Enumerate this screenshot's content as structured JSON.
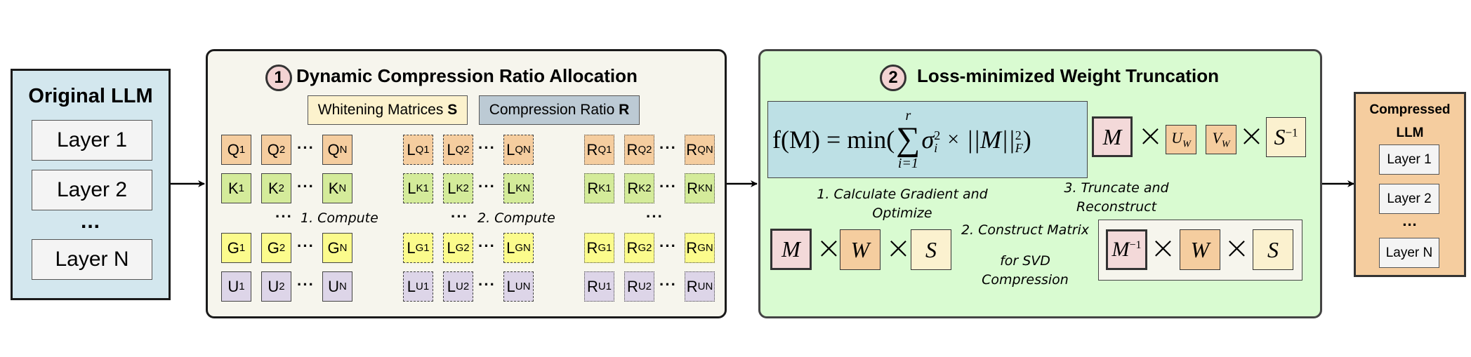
{
  "original_llm": {
    "title": "Original LLM",
    "layers": [
      "Layer 1",
      "Layer 2",
      "Layer N"
    ],
    "ellipsis": "..."
  },
  "section1": {
    "number": "1",
    "title": "Dynamic Compression Ratio Allocation",
    "whitening_label": "Whitening Matrices ",
    "whitening_symbol": "S",
    "ratio_label": "Compression Ratio ",
    "ratio_symbol": "R",
    "step1": "1. Compute",
    "step2": "2. Compute",
    "ellipsis": "···",
    "rows": [
      {
        "color": "orange",
        "inputs": [
          [
            "Q",
            "1"
          ],
          [
            "Q",
            "2"
          ],
          [
            "Q",
            "N"
          ]
        ],
        "losses": [
          [
            "L",
            "Q1"
          ],
          [
            "L",
            "Q2"
          ],
          [
            "L",
            "QN"
          ]
        ],
        "ratios": [
          [
            "R",
            "Q1"
          ],
          [
            "R",
            "Q2"
          ],
          [
            "R",
            "QN"
          ]
        ]
      },
      {
        "color": "green",
        "inputs": [
          [
            "K",
            "1"
          ],
          [
            "K",
            "2"
          ],
          [
            "K",
            "N"
          ]
        ],
        "losses": [
          [
            "L",
            "K1"
          ],
          [
            "L",
            "K2"
          ],
          [
            "L",
            "KN"
          ]
        ],
        "ratios": [
          [
            "R",
            "K1"
          ],
          [
            "R",
            "K2"
          ],
          [
            "R",
            "KN"
          ]
        ]
      },
      {
        "color": "yellow",
        "inputs": [
          [
            "G",
            "1"
          ],
          [
            "G",
            "2"
          ],
          [
            "G",
            "N"
          ]
        ],
        "losses": [
          [
            "L",
            "G1"
          ],
          [
            "L",
            "G2"
          ],
          [
            "L",
            "GN"
          ]
        ],
        "ratios": [
          [
            "R",
            "G1"
          ],
          [
            "R",
            "G2"
          ],
          [
            "R",
            "GN"
          ]
        ]
      },
      {
        "color": "purple",
        "inputs": [
          [
            "U",
            "1"
          ],
          [
            "U",
            "2"
          ],
          [
            "U",
            "N"
          ]
        ],
        "losses": [
          [
            "L",
            "U1"
          ],
          [
            "L",
            "U2"
          ],
          [
            "L",
            "UN"
          ]
        ],
        "ratios": [
          [
            "R",
            "U1"
          ],
          [
            "R",
            "U2"
          ],
          [
            "R",
            "UN"
          ]
        ]
      }
    ]
  },
  "section2": {
    "number": "2",
    "title": "Loss-minimized Weight Truncation",
    "formula": {
      "lhs": "f(M) = min(",
      "sum_top": "r",
      "sum_sym": "∑",
      "sum_bottom": "i=1",
      "term": "σ",
      "term_sup": "2",
      "term_sub": "i",
      "times": "×",
      "norm": "||M||",
      "norm_sup": "2",
      "norm_sub": "F",
      "close": ")"
    },
    "top_product": {
      "M": "M",
      "U": "U",
      "U_sub": "W",
      "V": "V",
      "V_sub": "W",
      "S": "S",
      "S_sup": "−1"
    },
    "bottom_product": {
      "M": "M",
      "W": "W",
      "S": "S"
    },
    "reconstruct_product": {
      "M": "M",
      "M_sup": "−1",
      "W": "W",
      "S": "S"
    },
    "step1_line1": "1. Calculate Gradient and",
    "step1_line2": "Optimize",
    "step2_line1": "2. Construct Matrix",
    "step2_line2": "for SVD",
    "step2_line3": "Compression",
    "step3_line1": "3. Truncate and",
    "step3_line2": "Reconstruct",
    "times_glyph": "×"
  },
  "compressed_llm": {
    "title_line1": "Compressed",
    "title_line2": "LLM",
    "layers": [
      "Layer 1",
      "Layer 2",
      "Layer N"
    ],
    "ellipsis": "..."
  }
}
